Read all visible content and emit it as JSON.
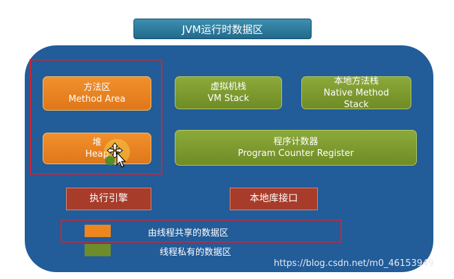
{
  "title": "JVM运行时数据区",
  "areas": {
    "method_area": {
      "cn": "方法区",
      "en": "Method Area"
    },
    "heap": {
      "cn": "堆",
      "en": "Heap"
    },
    "vm_stack": {
      "cn": "虚拟机栈",
      "en": "VM Stack"
    },
    "native_method_stack": {
      "cn": "本地方法栈",
      "en": "Native Method",
      "en2": "Stack"
    },
    "program_counter": {
      "cn": "程序计数器",
      "en": "Program Counter Register"
    }
  },
  "components": {
    "execution_engine": "执行引擎",
    "native_interface": "本地库接口"
  },
  "legend": [
    {
      "label": "由线程共享的数据区",
      "color": "#ee861f"
    },
    {
      "label": "线程私有的数据区",
      "color": "#6d8c2b"
    }
  ],
  "watermark": "https://blog.csdn.net/m0_46153949",
  "colors": {
    "panel": "#225c99",
    "shared": "#ee861f",
    "private": "#6d8c2b",
    "component": "#a73c2a",
    "highlight": "#d8202b"
  },
  "icons": {
    "cursor": "move-cursor-icon"
  }
}
